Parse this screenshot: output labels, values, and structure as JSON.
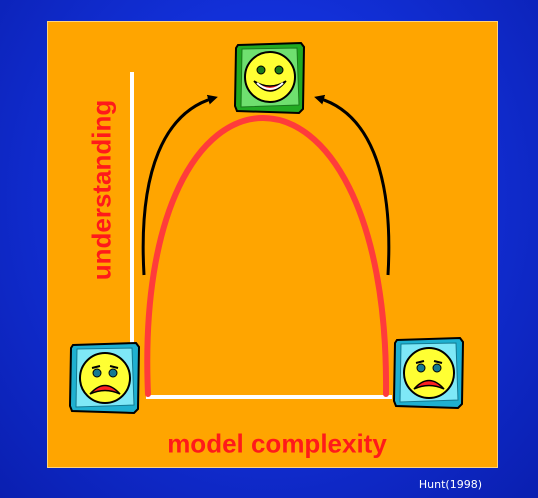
{
  "y_axis_label": "understanding",
  "x_axis_label": "model complexity",
  "citation": "Hunt(1998)",
  "icons": {
    "top": "happy-face-icon",
    "left": "sad-face-icon",
    "right": "sad-face-icon"
  },
  "colors": {
    "background": "#1230d8",
    "panel": "#ffa500",
    "curve": "#ff3b3b",
    "label": "#ff1a1a",
    "axes": "#ffffff",
    "arrows": "#000000",
    "happy_tile": "#33cc33",
    "sad_tile": "#33d0e8",
    "face": "#ffff33"
  }
}
